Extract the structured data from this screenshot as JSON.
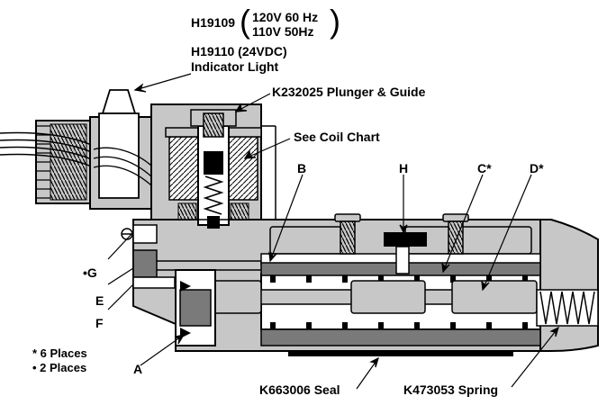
{
  "labels": {
    "h19109": "H19109",
    "v120": "120V 60 Hz",
    "v110": "110V 50Hz",
    "h19110": "H19110 (24VDC)",
    "indicator": "Indicator Light",
    "plunger": "K232025 Plunger & Guide",
    "coil": "See Coil Chart",
    "b": "B",
    "h": "H",
    "c": "C*",
    "d": "D*",
    "g": "•G",
    "e": "E",
    "f": "F",
    "a": "A",
    "six_places": "* 6 Places",
    "two_places": "• 2 Places",
    "seal": "K663006 Seal",
    "spring": "K473053 Spring"
  },
  "colors": {
    "body": "#c7c7c7",
    "dark": "#7a7a7a",
    "ink": "#000000",
    "cavity": "#ffffff"
  }
}
